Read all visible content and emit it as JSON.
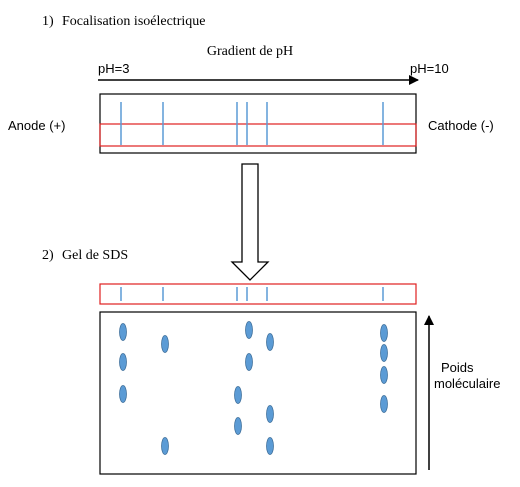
{
  "step1": {
    "number": "1)",
    "title": "Focalisation isoélectrique"
  },
  "gradient": {
    "label": "Gradient de pH",
    "start": "pH=3",
    "end": "pH=10"
  },
  "electrodes": {
    "anode": "Anode (+)",
    "cathode": "Cathode (-)"
  },
  "step2": {
    "number": "2)",
    "title": "Gel de SDS"
  },
  "axis": {
    "label_line1": "Poids",
    "label_line2": "moléculaire"
  },
  "colors": {
    "band": "#5b9bd5",
    "highlight": "#e02020",
    "outline": "#000000"
  }
}
